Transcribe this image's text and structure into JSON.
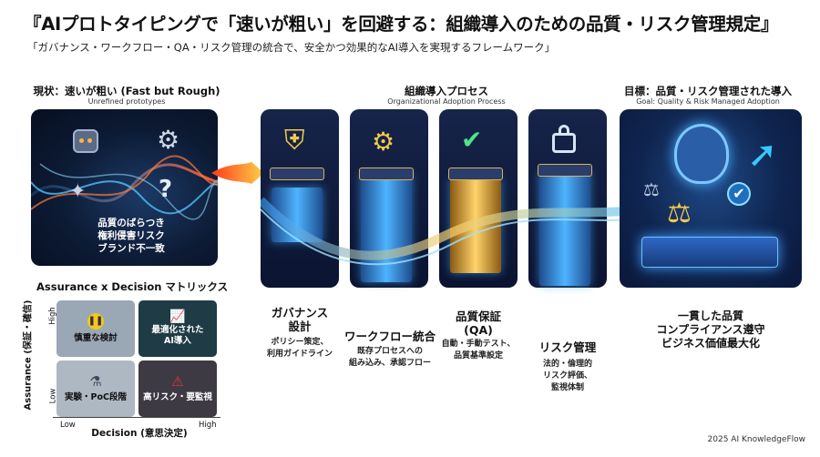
{
  "header": {
    "title": "『AIプロトタイピングで「速いが粗い」を回避する：組織導入のための品質・リスク管理規定』",
    "subtitle": "「ガバナンス・ワークフロー・QA・リスク管理の統合で、安全かつ効果的なAI導入を実現するフレームワーク」"
  },
  "current_state": {
    "heading": "現状：速いが粗い (Fast but Rough)",
    "sub": "Unrefined prototypes",
    "issues": [
      "品質のばらつき",
      "権利侵害リスク",
      "ブランド不一致"
    ]
  },
  "process": {
    "heading": "組織導入プロセス",
    "sub": "Organizational Adoption Process",
    "stages": [
      {
        "label": [
          "ガバナンス",
          "設計"
        ],
        "desc": [
          "ポリシー策定、",
          "利用ガイドライン"
        ],
        "icon": "shield-document-icon"
      },
      {
        "label": [
          "ワークフロー統合"
        ],
        "desc": [
          "既存プロセスへの",
          "組み込み、承認フロー"
        ],
        "icon": "workflow-gear-icon"
      },
      {
        "label": [
          "品質保証",
          "(QA)"
        ],
        "desc": [
          "自動・手動テスト、",
          "品質基準設定"
        ],
        "icon": "magnifier-check-icon"
      },
      {
        "label": [
          "リスク管理"
        ],
        "desc": [
          "法的・倫理的",
          "リスク評価、",
          "監視体制"
        ],
        "icon": "lock-icon"
      }
    ]
  },
  "goal": {
    "heading": "目標：品質・リスク管理された導入",
    "sub": "Goal: Quality & Risk Managed Adoption",
    "items": [
      "一貫した品質",
      "コンプライアンス遵守",
      "ビジネス価値最大化"
    ]
  },
  "matrix": {
    "title": "Assurance x Decision マトリックス",
    "y_axis": "Assurance (保証・確信)",
    "x_axis": "Decision (意思決定)",
    "y_high": "High",
    "y_low": "Low",
    "x_low": "Low",
    "x_high": "High",
    "cells": {
      "top_left": "慎重な検討",
      "top_right": [
        "最適化された",
        "AI導入"
      ],
      "bottom_left": "実験・PoC段階",
      "bottom_right": "高リスク・要監視"
    },
    "colors": {
      "top_left": "#9aa7b5",
      "top_right": "#1f3b45",
      "bottom_left": "#aeb8c3",
      "bottom_right": "#3d3a44",
      "accent": "#2bd07a",
      "warning": "#e5343a",
      "caution": "#f3c623"
    }
  },
  "footer": "2025 AI KnowledgeFlow"
}
